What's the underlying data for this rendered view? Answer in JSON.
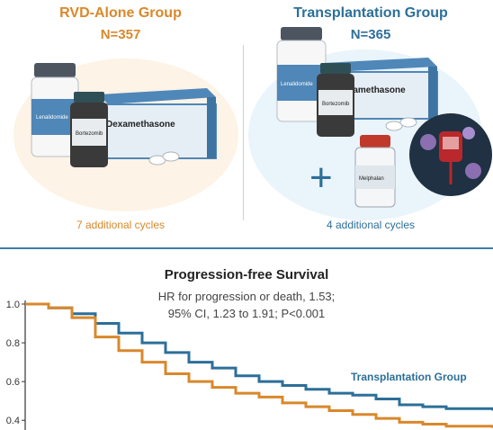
{
  "panels": {
    "left": {
      "title": "RVD-Alone Group",
      "n": "N=357",
      "cycles": "7 additional cycles",
      "bottles": {
        "bottle1": "Lenalidomide",
        "bottle2": "Bortezomib",
        "box": "Dexamethasone"
      }
    },
    "right": {
      "title": "Transplantation Group",
      "n": "N=365",
      "cycles": "4 additional cycles",
      "bottles": {
        "bottle1": "Lenalidomide",
        "bottle2": "Bortezomib",
        "box": "Dexamethasone",
        "vial": "Melphalan"
      },
      "plus": "+"
    }
  },
  "chart": {
    "title": "Progression-free Survival",
    "hr_line1": "HR for progression or death, 1.53;",
    "hr_line2": "95% CI, 1.23 to 1.91; P<0.001",
    "curve_label": "Transplantation Group",
    "y_ticks": [
      "1.0",
      "0.8",
      "0.6",
      "0.4"
    ]
  },
  "chart_data": {
    "type": "line",
    "title": "Progression-free Survival",
    "xlabel": "",
    "ylabel": "",
    "ylim": [
      0.35,
      1.0
    ],
    "x": [
      0,
      0.05,
      0.1,
      0.15,
      0.2,
      0.25,
      0.3,
      0.35,
      0.4,
      0.45,
      0.5,
      0.55,
      0.6,
      0.65,
      0.7,
      0.75,
      0.8,
      0.85,
      0.9,
      0.95,
      1.0
    ],
    "series": [
      {
        "name": "Transplantation Group",
        "color": "#2c6f99",
        "values": [
          1.0,
          0.98,
          0.95,
          0.9,
          0.85,
          0.8,
          0.75,
          0.7,
          0.67,
          0.63,
          0.6,
          0.58,
          0.56,
          0.54,
          0.53,
          0.51,
          0.48,
          0.47,
          0.46,
          0.46,
          0.45
        ]
      },
      {
        "name": "",
        "color": "#d9882b",
        "values": [
          1.0,
          0.98,
          0.93,
          0.83,
          0.76,
          0.7,
          0.64,
          0.6,
          0.57,
          0.54,
          0.52,
          0.49,
          0.47,
          0.45,
          0.43,
          0.41,
          0.39,
          0.38,
          0.37,
          0.37,
          0.36
        ]
      }
    ],
    "yticks": [
      1.0,
      0.8,
      0.6,
      0.4
    ],
    "grid": false
  },
  "colors": {
    "orange": "#d9882b",
    "blue": "#2c6f99",
    "panel_bg": "#eaf4fb"
  }
}
